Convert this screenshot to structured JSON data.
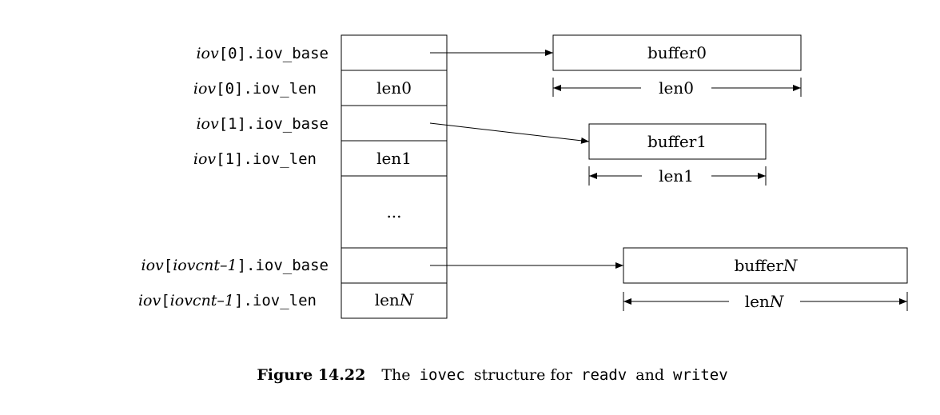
{
  "rows": [
    {
      "name": "iov",
      "open": "[",
      "index": "0",
      "close": "]",
      "field": ".iov_base",
      "cell": ""
    },
    {
      "name": "iov",
      "open": "[",
      "index": "0",
      "close": "]",
      "field": ".iov_len",
      "cell": "len0"
    },
    {
      "name": "iov",
      "open": "[",
      "index": "1",
      "close": "]",
      "field": ".iov_base",
      "cell": ""
    },
    {
      "name": "iov",
      "open": "[",
      "index": "1",
      "close": "]",
      "field": ".iov_len",
      "cell": "len1"
    },
    {
      "name": "",
      "open": "",
      "index": "",
      "close": "",
      "field": "",
      "cell": "..."
    },
    {
      "name": "iov",
      "open": "[",
      "index": "iovcnt–1",
      "close": "]",
      "field": ".iov_base",
      "cell": ""
    },
    {
      "name": "iov",
      "open": "[",
      "index": "iovcnt–1",
      "close": "]",
      "field": ".iov_len",
      "cell": "lenN"
    }
  ],
  "buffers": [
    {
      "label": "buffer0",
      "length": "len0"
    },
    {
      "label": "buffer1",
      "length": "len1"
    },
    {
      "label_prefix": "buffer",
      "label_italic": "N",
      "length_prefix": "len",
      "length_italic": "N"
    }
  ],
  "cells": {
    "len0": "len0",
    "len1": "len1",
    "ellipsis": "...",
    "lenN_prefix": "len",
    "lenN_italic": "N"
  },
  "caption": {
    "figure": "Figure 14.22",
    "text_1": "The",
    "code_1": "iovec",
    "text_2": "structure for",
    "code_2": "readv",
    "text_3": "and",
    "code_3": "writev"
  }
}
